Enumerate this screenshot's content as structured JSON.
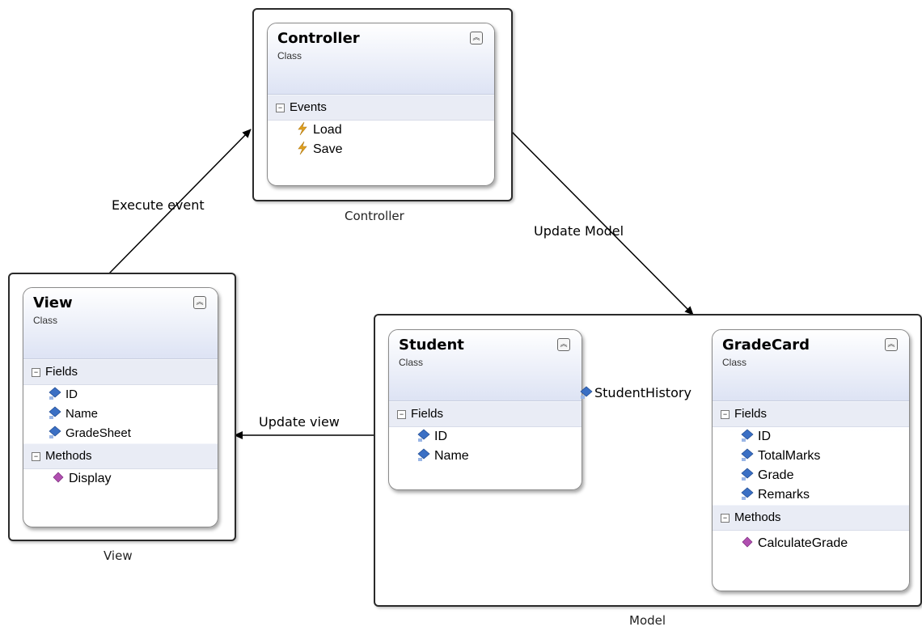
{
  "controller": {
    "frame_label": "Controller",
    "class_name": "Controller",
    "stereotype": "Class",
    "sections": [
      {
        "title": "Events",
        "members": [
          "Load",
          "Save"
        ]
      }
    ]
  },
  "view": {
    "frame_label": "View",
    "class_name": "View",
    "stereotype": "Class",
    "fields_title": "Fields",
    "fields": [
      "ID",
      "Name",
      "GradeSheet"
    ],
    "methods_title": "Methods",
    "methods": [
      "Display"
    ]
  },
  "model": {
    "frame_label": "Model",
    "student": {
      "class_name": "Student",
      "stereotype": "Class",
      "fields_title": "Fields",
      "fields": [
        "ID",
        "Name"
      ]
    },
    "gradecard": {
      "class_name": "GradeCard",
      "stereotype": "Class",
      "fields_title": "Fields",
      "fields": [
        "ID",
        "TotalMarks",
        "Grade",
        "Remarks"
      ],
      "methods_title": "Methods",
      "methods": [
        "CalculateGrade"
      ]
    },
    "association_label": "StudentHistory"
  },
  "arrows": {
    "execute_event": "Execute event",
    "update_model": "Update Model",
    "update_view": "Update view"
  },
  "colors": {
    "frame_border": "#2a2a2a",
    "class_header": "#dde3f4",
    "section_bg": "#e9ecf5",
    "field_icon": "#3a6fc4",
    "method_icon": "#b04fb0",
    "event_icon": "#e0a020",
    "association": "#4a8fc0"
  },
  "icons": {
    "field": "field-icon",
    "method": "method-icon",
    "event": "lightning-icon",
    "collapse": "collapse-chevron-icon",
    "section_toggle": "minus-icon"
  }
}
